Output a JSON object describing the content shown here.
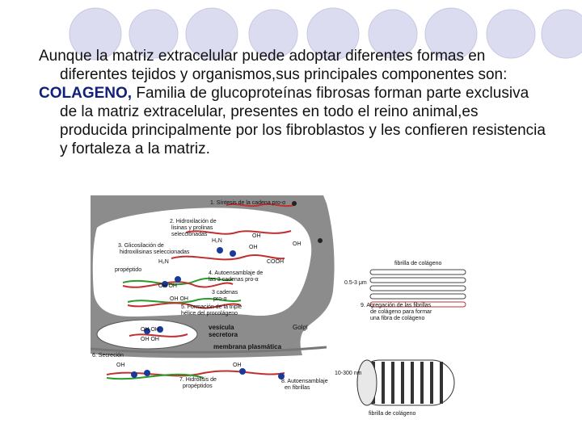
{
  "slide": {
    "paragraph1": "Aunque la matriz extracelular puede adoptar diferentes formas en diferentes tejidos y organismos,sus principales componentes son:",
    "term": "COLAGENO,",
    "paragraph2": " Familia de glucoproteínas fibrosas  forman parte exclusiva de la matriz extracelular, presentes en todo el reino animal,es producida principalmente por los fibroblastos y les confieren resistencia y fortaleza a la matriz."
  },
  "figure": {
    "labels": {
      "step1": "1. Síntesis de la cadena pro-α",
      "step2a": "2. Hidroxilación de",
      "step2b": "lisinas y prolinas",
      "step2c": "seleccionadas",
      "step3a": "3. Glicosilación de",
      "step3b": "hidroxilisinas seleccionadas",
      "propeptido": "propéptido",
      "step4a": "4. Autoensamblaje de",
      "step4b": "las 3 cadenas pro-α",
      "step4c": "3 cadenas",
      "step4d": "pro-α",
      "step5a": "5. Formación de la triple",
      "step5b": "hélice del procolágeno",
      "fibrilla": "fibrilla de colágeno",
      "size": "0.5-3 μm",
      "step9a": "9. Agregación de las fibrillas",
      "step9b": "de colágeno para formar",
      "step9c": "una fibra de colágeno",
      "vesicula1": "vesícula",
      "vesicula2": "secretora",
      "golgi": "Golgi",
      "membrana": "membrana plasmática",
      "step6": "6. Secreción",
      "step7a": "7. Hidrólisis de",
      "step7b": "propéptidos",
      "step8a": "8. Autoensamblaje",
      "step8b": "en fibrillas",
      "nm": "10-300 nm",
      "fibrilla2": "fibrilla de colágeno",
      "oh": "OH",
      "ohoh": "OH OH",
      "h2n": "H₂N",
      "cooh": "COOH"
    }
  }
}
